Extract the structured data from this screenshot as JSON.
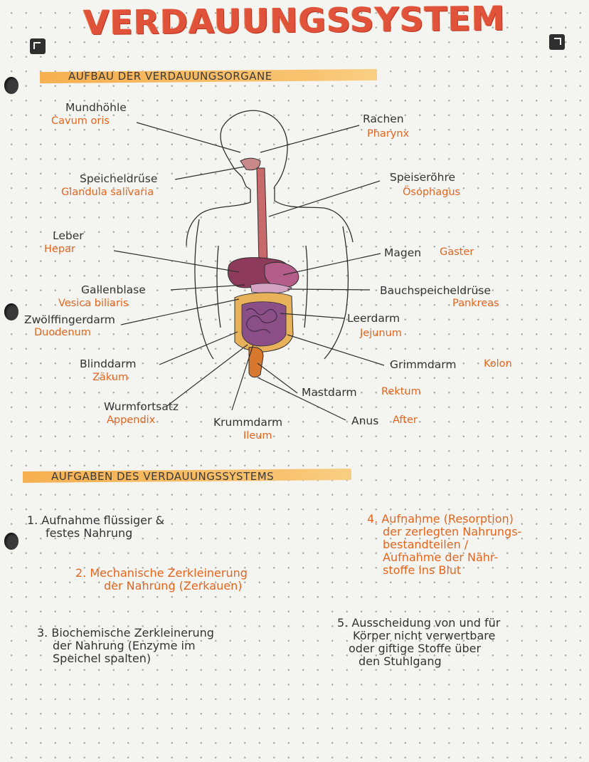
{
  "title": "VERDAUUNGSSYSTEM",
  "section1": {
    "heading": "AUFBAU DER VERDAUUNGSORGANE"
  },
  "labels": {
    "mundhoehle": {
      "de": "Mundhöhle",
      "lat": "Cavum oris"
    },
    "rachen": {
      "de": "Rachen",
      "lat": "Pharynx"
    },
    "speicheldruese": {
      "de": "Speicheldrüse",
      "lat": "Glandula salivaria"
    },
    "speiseroehre": {
      "de": "Speiseröhre",
      "lat": "Ösophagus"
    },
    "leber": {
      "de": "Leber",
      "lat": "Hepar"
    },
    "magen": {
      "de": "Magen",
      "lat": "Gaster"
    },
    "gallenblase": {
      "de": "Gallenblase",
      "lat": "Vesica biliaris"
    },
    "bauchspeicheldruese": {
      "de": "Bauchspeicheldrüse",
      "lat": "Pankreas"
    },
    "zwoelffingerdarm": {
      "de": "Zwölffingerdarm",
      "lat": "Duodenum"
    },
    "leerdarm": {
      "de": "Leerdarm",
      "lat": "Jejunum"
    },
    "blinddarm": {
      "de": "Blinddarm",
      "lat": "Zäkum"
    },
    "grimmdarm": {
      "de": "Grimmdarm",
      "lat": "Kolon"
    },
    "wurmfortsatz": {
      "de": "Wurmfortsatz",
      "lat": "Appendix"
    },
    "mastdarm": {
      "de": "Mastdarm",
      "lat": "Rektum"
    },
    "krummdarm": {
      "de": "Krummdarm",
      "lat": "Ileum"
    },
    "anus": {
      "de": "Anus",
      "lat": "After"
    }
  },
  "section2": {
    "heading": "AUFGABEN DES VERDAUUNGSSYSTEMS",
    "tasks": [
      {
        "line1": "1. Aufnahme flüssiger &",
        "line2": "festes Nahrung",
        "line3": "",
        "line4": ""
      },
      {
        "line1": "2. Mechanische Zerkleinerung",
        "line2": "der Nahrung (Zerkauen)",
        "line3": "",
        "line4": ""
      },
      {
        "line1": "3. Biochemische Zerkleinerung",
        "line2": "der Nahrung (Enzyme im",
        "line3": "Speichel spalten)",
        "line4": ""
      },
      {
        "line1": "4. Aufnahme (Resorption)",
        "line2": "der zerlegten Nahrungs-",
        "line3": "bestandteilen /",
        "line4": "Aufnahme der Nähr-",
        "line5": "stoffe ins Blut"
      },
      {
        "line1": "5. Ausscheidung von und für",
        "line2": "Körper nicht verwertbare",
        "line3": "oder giftige Stoffe über",
        "line4": "den Stuhlgang"
      }
    ]
  },
  "colors": {
    "title": "#e0533a",
    "latin": "#e4651e",
    "banner": "#f6b050",
    "liver": "#8e3a5a",
    "stomach": "#b55d8a",
    "colon": "#e7b25a",
    "smallIntestine": "#8a4f87",
    "esophagus": "#c96a6a"
  },
  "icons": {
    "corner_left": "corner-mark-icon",
    "corner_right": "corner-mark-icon"
  }
}
